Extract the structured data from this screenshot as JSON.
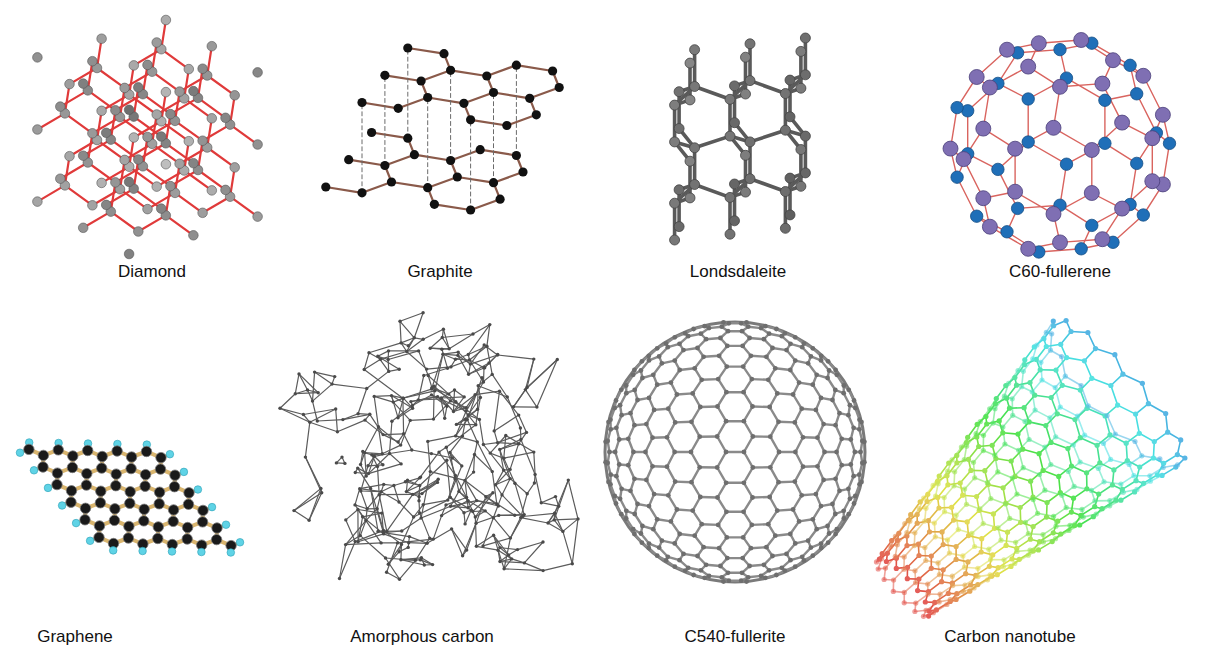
{
  "diagram": {
    "labels": [
      "Diamond",
      "Graphite",
      "Londsdaleite",
      "C60-fullerene",
      "Graphene",
      "Amorphous carbon",
      "C540-fullerite",
      "Carbon nanotube"
    ]
  }
}
